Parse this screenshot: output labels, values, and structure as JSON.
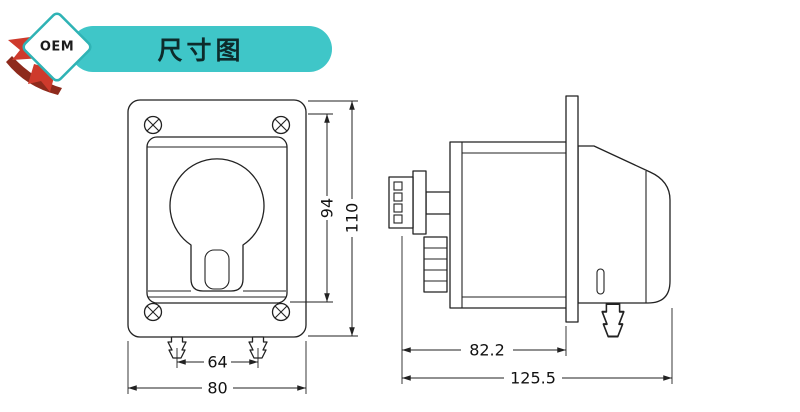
{
  "badge": {
    "label": "OEM"
  },
  "banner": {
    "title": "尺寸图"
  },
  "colors": {
    "banner": "#3fc6c8",
    "diamond_border": "#2fb3b5",
    "ribbon": "#ce3a2c",
    "ribbon_shadow": "#8e2a1c",
    "line": "#222222"
  },
  "drawing": {
    "front_view": {
      "dim_nozzle_spacing": "64",
      "dim_width": "80",
      "dim_inner_height": "94",
      "dim_height": "110"
    },
    "side_view": {
      "dim_body_depth": "82.2",
      "dim_total_depth": "125.5"
    }
  }
}
